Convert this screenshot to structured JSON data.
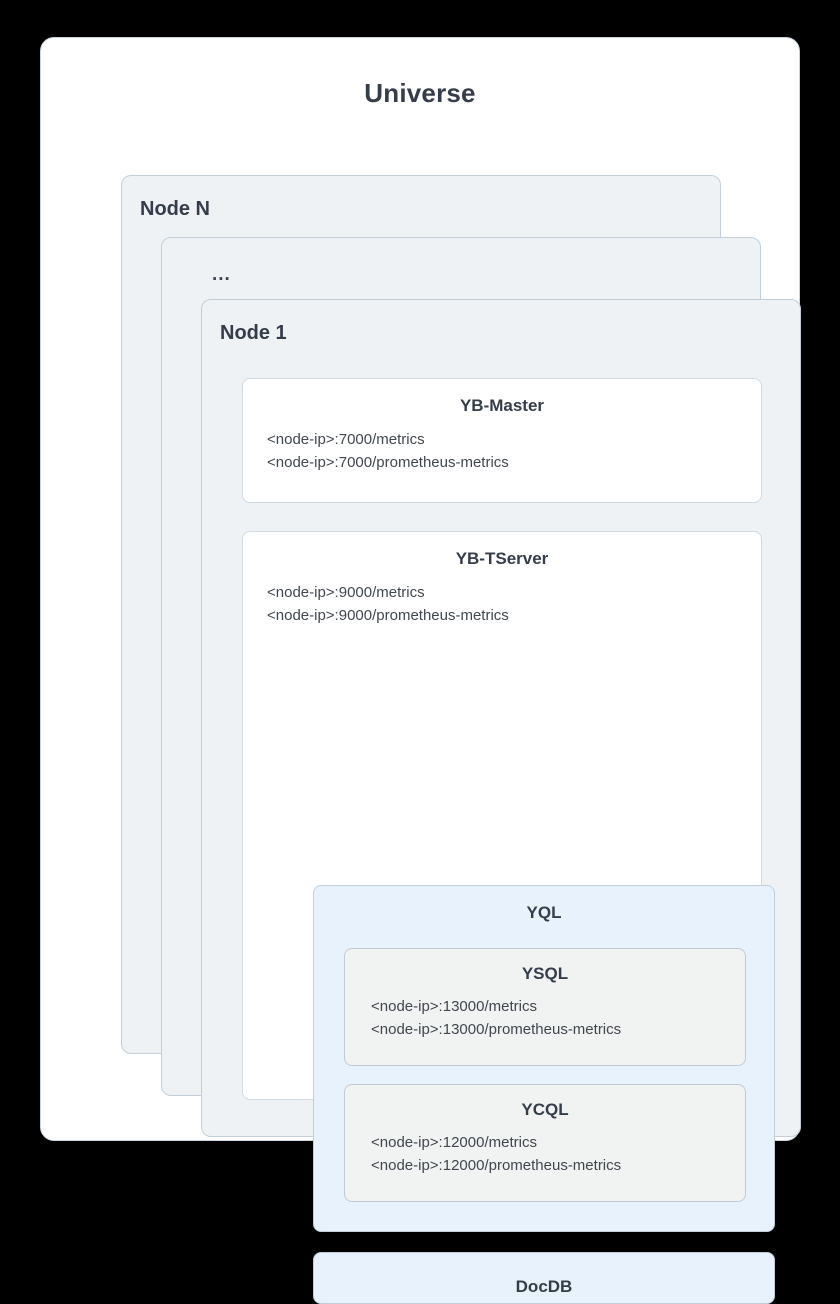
{
  "diagram": {
    "title": "Universe",
    "nodes": [
      {
        "label": "Node N"
      },
      {
        "label": "..."
      },
      {
        "label": "Node 1"
      }
    ],
    "components": {
      "master": {
        "title": "YB-Master",
        "endpoints": [
          "<node-ip>:7000/metrics",
          "<node-ip>:7000/prometheus-metrics"
        ]
      },
      "tserver": {
        "title": "YB-TServer",
        "endpoints": [
          "<node-ip>:9000/metrics",
          "<node-ip>:9000/prometheus-metrics"
        ]
      },
      "yql": {
        "title": "YQL"
      },
      "ysql": {
        "title": "YSQL",
        "endpoints": [
          "<node-ip>:13000/metrics",
          "<node-ip>:13000/prometheus-metrics"
        ]
      },
      "ycql": {
        "title": "YCQL",
        "endpoints": [
          "<node-ip>:12000/metrics",
          "<node-ip>:12000/prometheus-metrics"
        ]
      },
      "docdb": {
        "title": "DocDB"
      }
    }
  },
  "colors": {
    "page_background": "#000000",
    "panel_background": "#ffffff",
    "panel_border": "#c9d4de",
    "node_card_background": "#eef2f5",
    "node_card_border": "#c2cfda",
    "component_background": "#ffffff",
    "component_border": "#cfd9e2",
    "yql_background": "#e8f2fc",
    "yql_border": "#c0cfdd",
    "query_layer_background": "#f1f2f2",
    "query_layer_border": "#c3cbd2",
    "title_text": "#353d4b",
    "endpoint_text": "#41474f"
  }
}
